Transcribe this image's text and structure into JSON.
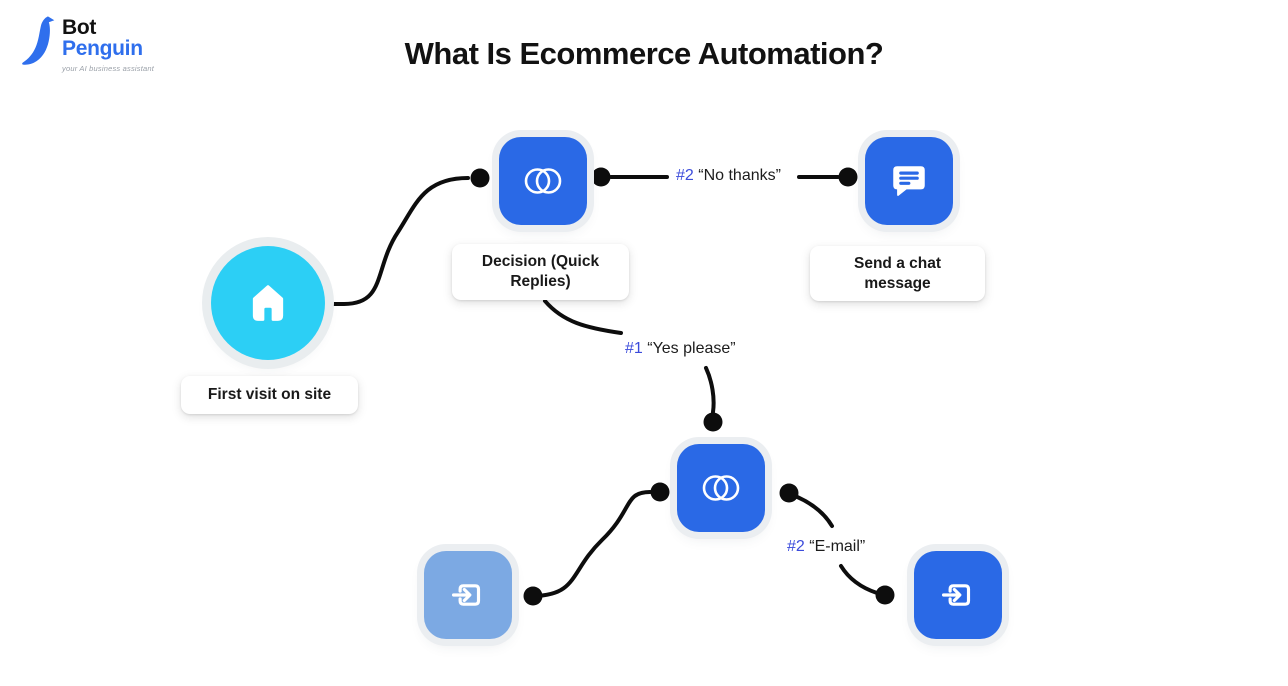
{
  "page": {
    "title": "What Is Ecommerce Automation?"
  },
  "logo": {
    "bot": "Bot",
    "penguin": "Penguin",
    "tagline": "your AI business assistant"
  },
  "nodes": [
    {
      "id": "first-visit",
      "shape": "circle",
      "icon": "home-icon",
      "color": "#2CCFF5",
      "label": "First visit on site"
    },
    {
      "id": "decision-1",
      "shape": "rounded-square",
      "icon": "quick-replies-icon",
      "color": "#2A69E6",
      "label": "Decision (Quick Replies)"
    },
    {
      "id": "send-chat",
      "shape": "rounded-square",
      "icon": "chat-message-icon",
      "color": "#2A69E6",
      "label": "Send a chat message"
    },
    {
      "id": "decision-2",
      "shape": "rounded-square",
      "icon": "quick-replies-icon",
      "color": "#2A69E6"
    },
    {
      "id": "action-left",
      "shape": "rounded-square",
      "icon": "exit-icon",
      "color": "#7CA9E3"
    },
    {
      "id": "action-right",
      "shape": "rounded-square",
      "icon": "exit-icon",
      "color": "#2A69E6"
    }
  ],
  "edges": [
    {
      "from": "first-visit",
      "to": "decision-1"
    },
    {
      "from": "decision-1",
      "to": "send-chat",
      "label_number": "#2",
      "label_text": "“No thanks”"
    },
    {
      "from": "decision-1",
      "to": "decision-2",
      "label_number": "#1",
      "label_text": "“Yes please”"
    },
    {
      "from": "action-left",
      "to": "decision-2"
    },
    {
      "from": "decision-2",
      "to": "action-right",
      "label_number": "#2",
      "label_text": "“E-mail”"
    }
  ],
  "colors": {
    "node_blue": "#2A69E6",
    "node_light_blue": "#7CA9E3",
    "node_cyan": "#2CCFF5",
    "halo": "#EBEEF1",
    "edge_line": "#0D0D0D",
    "edge_label_number": "#3B4BDB",
    "logo_blue": "#2F6FED",
    "text_dark": "#191919"
  }
}
